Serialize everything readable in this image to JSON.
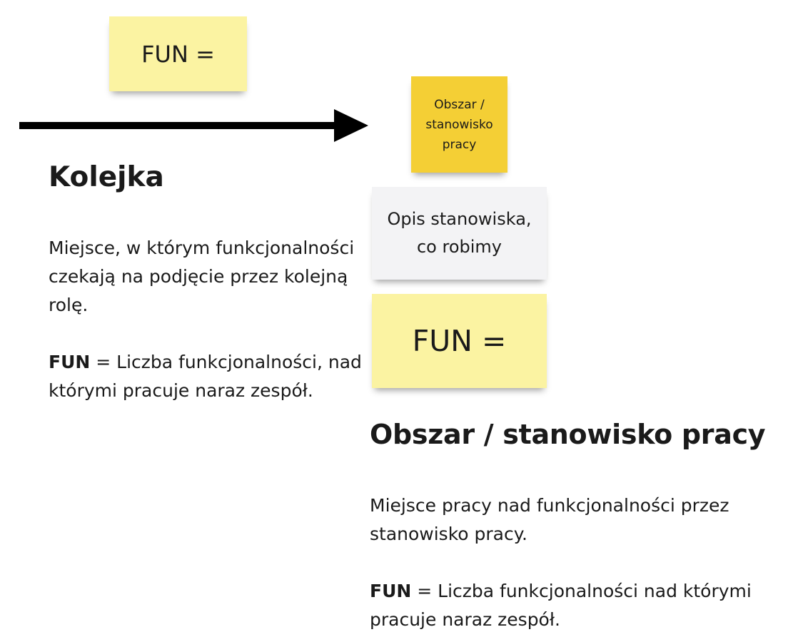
{
  "sticky_notes": {
    "fun_top": "FUN =",
    "area_note": "Obszar / stanowisko pracy",
    "description_note": "Opis stanowiska, co robimy",
    "fun_bottom": "FUN ="
  },
  "queue": {
    "title": "Kolejka",
    "description": "Miejsce, w którym funkcjonalności czekają na podjęcie przez kolejną rolę.",
    "fun_label": "FUN",
    "fun_definition": " = Liczba funkcjonalności, nad którymi pracuje naraz zespół."
  },
  "work_area": {
    "title": "Obszar / stanowisko pracy",
    "description": "Miejsce pracy nad funkcjonalności przez stanowisko pracy.",
    "fun_label": "FUN",
    "fun_definition": " = Liczba funkcjonalności nad którymi pracuje naraz zespół."
  },
  "colors": {
    "sticky_pale_yellow": "#fbf3a2",
    "sticky_gold": "#f4cf35",
    "sticky_grey": "#f3f3f5",
    "arrow": "#000000"
  }
}
